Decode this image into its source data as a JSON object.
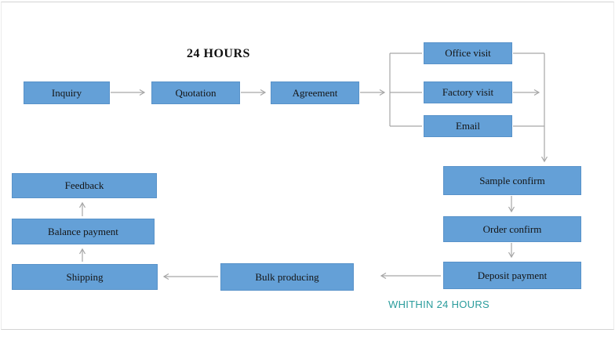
{
  "title": "24 HOURS",
  "footer_note": "WHITHIN 24 HOURS",
  "colors": {
    "box_fill": "#64a0d7",
    "box_border": "#5892c9",
    "arrow": "#a6a6a6",
    "note_text": "#2a9c9c"
  },
  "nodes": {
    "inquiry": "Inquiry",
    "quotation": "Quotation",
    "agreement": "Agreement",
    "office_visit": "Office visit",
    "factory_visit": "Factory visit",
    "email": "Email",
    "sample_confirm": "Sample confirm",
    "order_confirm": "Order confirm",
    "deposit_payment": "Deposit payment",
    "bulk_producing": "Bulk producing",
    "shipping": "Shipping",
    "balance_payment": "Balance payment",
    "feedback": "Feedback"
  },
  "edges": [
    {
      "from": "Inquiry",
      "to": "Quotation"
    },
    {
      "from": "Quotation",
      "to": "Agreement"
    },
    {
      "from": "Agreement",
      "to": "Office visit"
    },
    {
      "from": "Agreement",
      "to": "Factory visit"
    },
    {
      "from": "Agreement",
      "to": "Email"
    },
    {
      "from": "Office visit",
      "to": "Sample confirm"
    },
    {
      "from": "Factory visit",
      "to": "Sample confirm"
    },
    {
      "from": "Email",
      "to": "Sample confirm"
    },
    {
      "from": "Sample confirm",
      "to": "Order confirm"
    },
    {
      "from": "Order confirm",
      "to": "Deposit payment"
    },
    {
      "from": "Deposit payment",
      "to": "Bulk producing"
    },
    {
      "from": "Bulk producing",
      "to": "Shipping"
    },
    {
      "from": "Shipping",
      "to": "Balance payment"
    },
    {
      "from": "Balance payment",
      "to": "Feedback"
    }
  ]
}
